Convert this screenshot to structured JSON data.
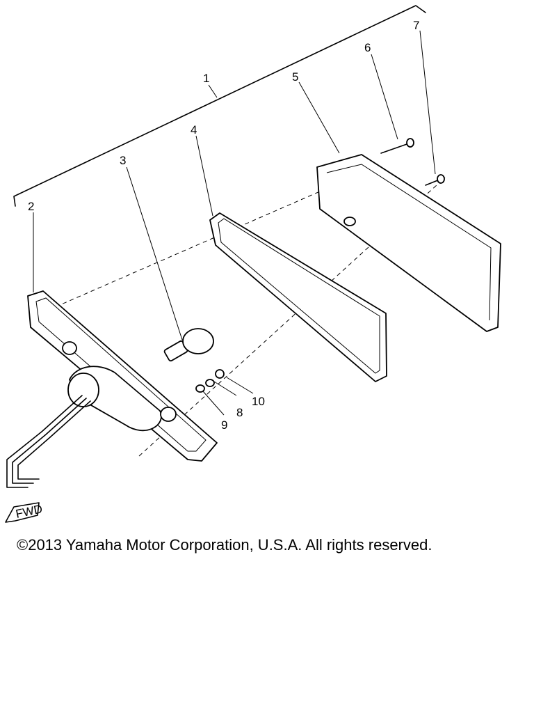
{
  "callouts": [
    "1",
    "2",
    "3",
    "4",
    "5",
    "6",
    "7",
    "8",
    "9",
    "10"
  ],
  "direction_marker": "FWD",
  "copyright": "©2013 Yamaha Motor Corporation, U.S.A. All rights reserved."
}
